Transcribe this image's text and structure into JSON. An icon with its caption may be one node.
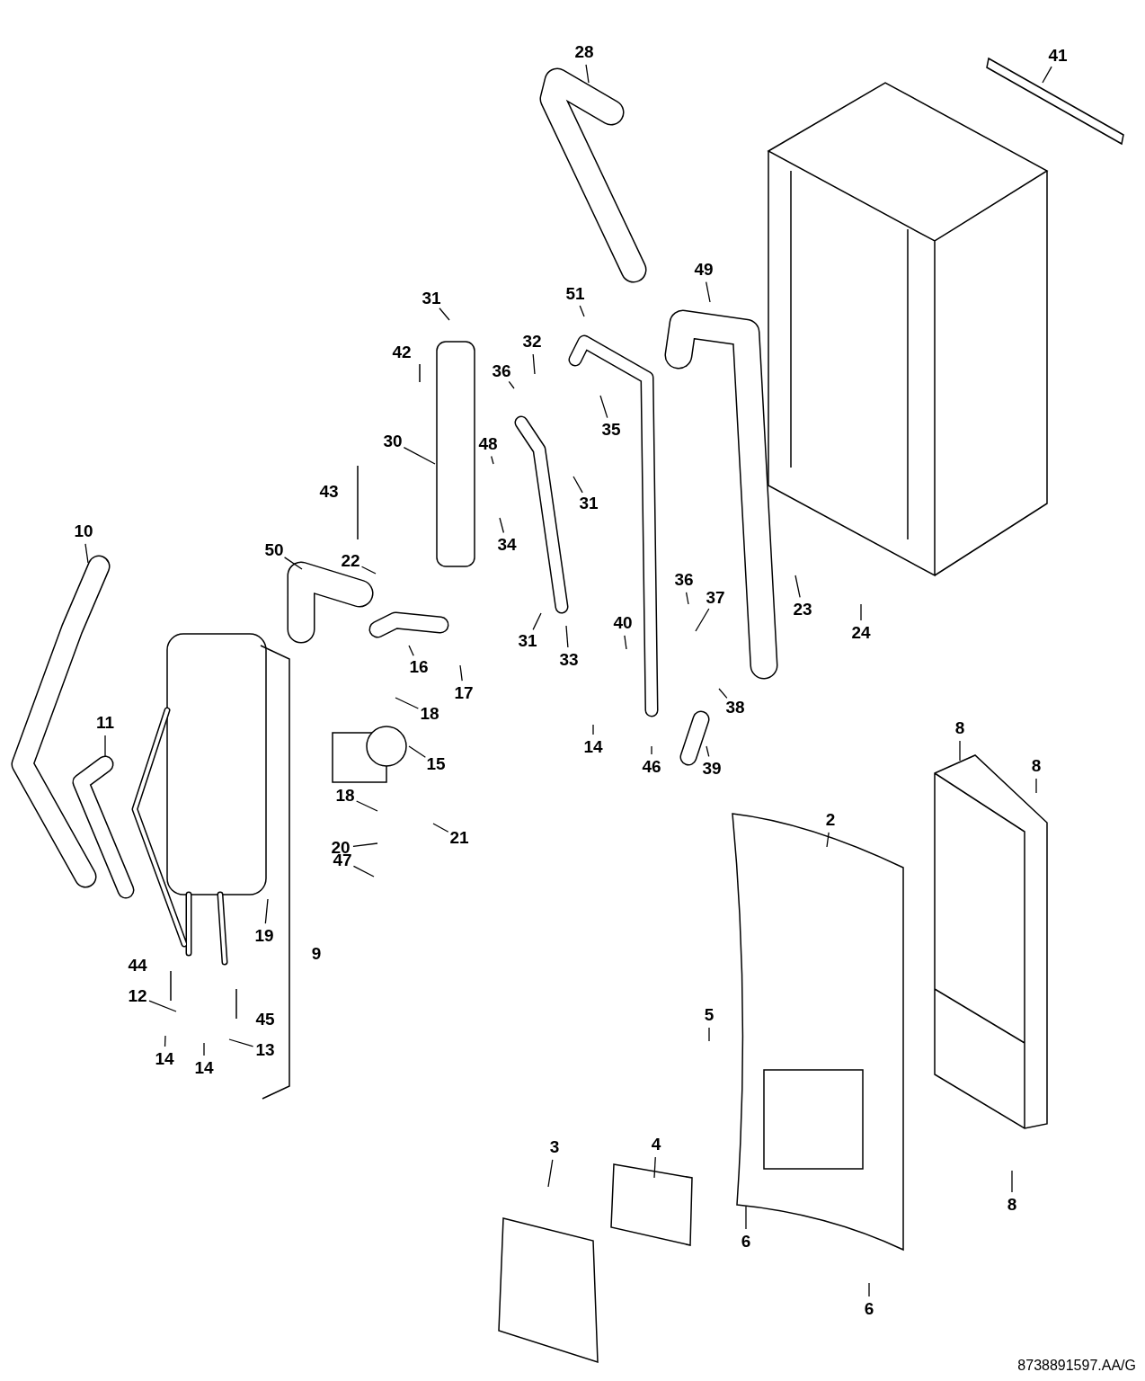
{
  "diagram": {
    "nodes": [
      {
        "text": [
          "28"
        ]
      },
      {
        "text": [
          "41"
        ]
      },
      {
        "text": [
          "31"
        ]
      },
      {
        "text": [
          "51"
        ]
      },
      {
        "text": [
          "49"
        ]
      },
      {
        "text": [
          "32"
        ]
      },
      {
        "text": [
          "36"
        ]
      },
      {
        "text": [
          "35"
        ]
      },
      {
        "text": [
          "30"
        ]
      },
      {
        "text": [
          "48"
        ]
      },
      {
        "text": [
          "31"
        ]
      },
      {
        "text": [
          "34"
        ]
      },
      {
        "text": [
          "10"
        ]
      },
      {
        "text": [
          "50"
        ]
      },
      {
        "text": [
          "22"
        ]
      },
      {
        "text": [
          "36"
        ]
      },
      {
        "text": [
          "37"
        ]
      },
      {
        "text": [
          "31"
        ]
      },
      {
        "text": [
          "33"
        ]
      },
      {
        "text": [
          "16"
        ]
      },
      {
        "text": [
          "17"
        ]
      },
      {
        "text": [
          "40"
        ]
      },
      {
        "text": [
          "38"
        ]
      },
      {
        "text": [
          "18"
        ]
      },
      {
        "text": [
          "11"
        ]
      },
      {
        "text": [
          "15"
        ]
      },
      {
        "text": [
          "14"
        ]
      },
      {
        "text": [
          "46"
        ]
      },
      {
        "text": [
          "39"
        ]
      },
      {
        "text": [
          "23"
        ]
      },
      {
        "text": [
          "24"
        ]
      },
      {
        "text": [
          "8"
        ]
      },
      {
        "text": [
          "8"
        ]
      },
      {
        "text": [
          "18"
        ]
      },
      {
        "text": [
          "20"
        ]
      },
      {
        "text": [
          "21"
        ]
      },
      {
        "text": [
          "47"
        ]
      },
      {
        "text": [
          "2"
        ]
      },
      {
        "text": [
          "19"
        ]
      },
      {
        "text": [
          "12"
        ]
      },
      {
        "text": [
          "13"
        ]
      },
      {
        "text": [
          "14"
        ]
      },
      {
        "text": [
          "14"
        ]
      },
      {
        "text": [
          "5"
        ]
      },
      {
        "text": [
          "4"
        ]
      },
      {
        "text": [
          "3"
        ]
      },
      {
        "text": [
          "6"
        ]
      },
      {
        "text": [
          "8"
        ]
      },
      {
        "text": [
          "6"
        ]
      }
    ],
    "edges": [
      {
        "from": 0,
        "to": null,
        "arrow": "none"
      },
      {
        "from": 1,
        "to": null,
        "arrow": "none"
      },
      {
        "from": 2,
        "to": null,
        "arrow": "none"
      },
      {
        "from": 3,
        "to": null,
        "arrow": "none"
      },
      {
        "from": 4,
        "to": null,
        "arrow": "none"
      },
      {
        "from": 5,
        "to": null,
        "arrow": "none"
      },
      {
        "from": 6,
        "to": null,
        "arrow": "none"
      },
      {
        "from": 7,
        "to": null,
        "arrow": "none"
      },
      {
        "from": 8,
        "to": null,
        "arrow": "none"
      },
      {
        "from": 9,
        "to": null,
        "arrow": "none"
      },
      {
        "from": 10,
        "to": null,
        "arrow": "none"
      },
      {
        "from": 11,
        "to": null,
        "arrow": "none"
      },
      {
        "from": 12,
        "to": null,
        "arrow": "none"
      },
      {
        "from": 13,
        "to": null,
        "arrow": "none"
      },
      {
        "from": 14,
        "to": null,
        "arrow": "none"
      },
      {
        "from": 15,
        "to": null,
        "arrow": "none"
      },
      {
        "from": 16,
        "to": null,
        "arrow": "none"
      },
      {
        "from": 17,
        "to": null,
        "arrow": "none"
      },
      {
        "from": 18,
        "to": null,
        "arrow": "none"
      },
      {
        "from": 19,
        "to": null,
        "arrow": "none"
      },
      {
        "from": 20,
        "to": null,
        "arrow": "none"
      },
      {
        "from": 21,
        "to": null,
        "arrow": "none"
      },
      {
        "from": 22,
        "to": null,
        "arrow": "none"
      },
      {
        "from": 23,
        "to": null,
        "arrow": "none"
      },
      {
        "from": 24,
        "to": null,
        "arrow": "none"
      },
      {
        "from": 25,
        "to": null,
        "arrow": "none"
      },
      {
        "from": 26,
        "to": null,
        "arrow": "none"
      },
      {
        "from": 27,
        "to": null,
        "arrow": "none"
      },
      {
        "from": 28,
        "to": null,
        "arrow": "none"
      },
      {
        "from": 29,
        "to": null,
        "arrow": "none"
      },
      {
        "from": 30,
        "to": null,
        "arrow": "none"
      },
      {
        "from": 31,
        "to": null,
        "arrow": "none"
      },
      {
        "from": 32,
        "to": null,
        "arrow": "none"
      },
      {
        "from": 33,
        "to": null,
        "arrow": "none"
      },
      {
        "from": 34,
        "to": null,
        "arrow": "none"
      },
      {
        "from": 35,
        "to": null,
        "arrow": "none"
      },
      {
        "from": 36,
        "to": null,
        "arrow": "none"
      },
      {
        "from": 37,
        "to": null,
        "arrow": "none"
      },
      {
        "from": 38,
        "to": null,
        "arrow": "none"
      },
      {
        "from": 39,
        "to": null,
        "arrow": "none"
      },
      {
        "from": 40,
        "to": null,
        "arrow": "none"
      },
      {
        "from": 41,
        "to": null,
        "arrow": "none"
      },
      {
        "from": 42,
        "to": null,
        "arrow": "none"
      },
      {
        "from": 43,
        "to": null,
        "arrow": "none"
      },
      {
        "from": 44,
        "to": null,
        "arrow": "none"
      },
      {
        "from": 45,
        "to": null,
        "arrow": "none"
      },
      {
        "from": 46,
        "to": null,
        "arrow": "none"
      },
      {
        "from": 47,
        "to": null,
        "arrow": "none"
      },
      {
        "from": 48,
        "to": null,
        "arrow": "none"
      }
    ],
    "labels": [
      "42",
      "43",
      "9",
      "44",
      "45",
      "8738891597.AA/G"
    ]
  }
}
